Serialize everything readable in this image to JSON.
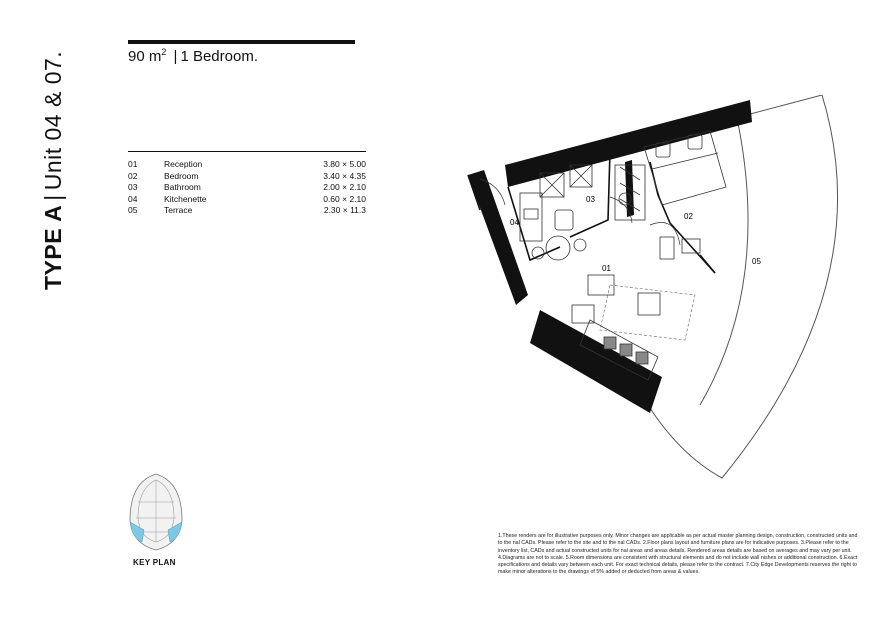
{
  "title": {
    "type": "TYPE A",
    "separator": "|",
    "unit": "Unit 04 & 07."
  },
  "summary": {
    "area": "90 m",
    "area_sup": "2",
    "separator": "|",
    "bedrooms": "1 Bedroom."
  },
  "rooms": [
    {
      "num": "01",
      "name": "Reception",
      "dim": "3.80 × 5.00"
    },
    {
      "num": "02",
      "name": "Bedroom",
      "dim": "3.40 × 4.35"
    },
    {
      "num": "03",
      "name": "Bathroom",
      "dim": "2.00 × 2.10"
    },
    {
      "num": "04",
      "name": "Kitchenette",
      "dim": "0.60 × 2.10"
    },
    {
      "num": "05",
      "name": "Terrace",
      "dim": "2.30 × 11.3"
    }
  ],
  "plan_labels": {
    "reception": "01",
    "bedroom": "02",
    "bathroom": "03",
    "kitchenette": "04",
    "terrace": "05"
  },
  "key_plan": {
    "label": "KEY PLAN"
  },
  "notes": "1.These renders are for illustrative purposes only. Minor changes are applicable as per actual master planning design, construction, constructed units and to the nal CADs. Please refer to the site and to the nal CADs. 2.Floor plans layout and furniture plans are for indicative purposes. 3.Please refer to the inventory list, CADs and actual constructed units for nal areas and areas details. Rendered areas details are based on averages and may vary per unit. 4.Diagrams are not to scale. 5.Room dimensions are consistent with structural elements and do not include wall nishes or additional construction. 6.Exact specifications and details vary between each unit. For exact technical details, please refer to the contract. 7.City Edge Developments reserves the right to make minor alterations to the drawings of 5% added or deducted from areas & values.",
  "colors": {
    "ink": "#111111",
    "wall": "#111111",
    "key_accent": "#7ec8e3"
  }
}
